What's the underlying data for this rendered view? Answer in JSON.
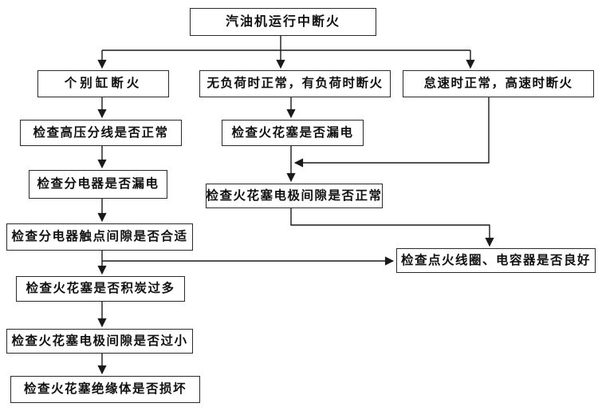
{
  "diagram": {
    "type": "flowchart",
    "language": "zh-CN",
    "background": "#ffffff",
    "line_color": "#1a1a1a",
    "box_border_color": "#2a2a2a",
    "text_color": "#111111"
  },
  "nodes": {
    "root": {
      "label": "汽油机运行中断火"
    },
    "branch_individual": {
      "label": "个别缸断火"
    },
    "branch_load": {
      "label": "无负荷时正常，有负荷时断火"
    },
    "branch_speed": {
      "label": "怠速时正常，高速时断火"
    },
    "check_hv_wires": {
      "label": "检查高压分线是否正常"
    },
    "check_plug_leak": {
      "label": "检查火花塞是否漏电"
    },
    "check_distributor_leak": {
      "label": "检查分电器是否漏电"
    },
    "check_plug_gap_normal": {
      "label": "检查火花塞电极间隙是否正常"
    },
    "check_contact_gap": {
      "label": "检查分电器触点间隙是否合适"
    },
    "check_coil_capacitor": {
      "label": "检查点火线圈、电容器是否良好"
    },
    "check_carbon": {
      "label": "检查火花塞是否积炭过多"
    },
    "check_gap_small": {
      "label": "检查火花塞电极间隙是否过小"
    },
    "check_insulator": {
      "label": "检查火花塞绝缘体是否损坏"
    }
  },
  "edges": [
    {
      "from": "root",
      "to": "branch_individual"
    },
    {
      "from": "root",
      "to": "branch_load"
    },
    {
      "from": "root",
      "to": "branch_speed"
    },
    {
      "from": "branch_individual",
      "to": "check_hv_wires"
    },
    {
      "from": "check_hv_wires",
      "to": "check_distributor_leak"
    },
    {
      "from": "check_distributor_leak",
      "to": "check_contact_gap"
    },
    {
      "from": "check_contact_gap",
      "to": "check_carbon"
    },
    {
      "from": "check_contact_gap",
      "to": "check_coil_capacitor"
    },
    {
      "from": "check_carbon",
      "to": "check_gap_small"
    },
    {
      "from": "check_gap_small",
      "to": "check_insulator"
    },
    {
      "from": "branch_load",
      "to": "check_plug_leak"
    },
    {
      "from": "check_plug_leak",
      "to": "check_plug_gap_normal"
    },
    {
      "from": "branch_speed",
      "to": "check_plug_gap_normal"
    },
    {
      "from": "check_plug_gap_normal",
      "to": "check_coil_capacitor"
    }
  ]
}
